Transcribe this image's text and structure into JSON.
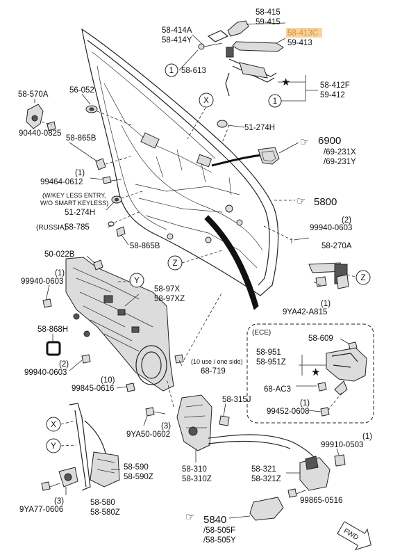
{
  "labels": {
    "p58_415": "58-415",
    "p59_415": "59-415",
    "p58_414A": "58-414A",
    "p58_414Y": "58-414Y",
    "p58_413C": "58-413C",
    "p59_413": "59-413",
    "p58_613": "58-613",
    "p58_412F": "58-412F",
    "p59_412": "59-412",
    "p58_570A": "58-570A",
    "p56_052": "56-052",
    "p90440_0825": "90440-0825",
    "p58_865B_a": "58-865B",
    "p51_274H_a": "51-274H",
    "p6900": "6900",
    "p69_231X": "/69-231X",
    "p69_231Y": "/69-231Y",
    "p99464_0612": "99464-0612",
    "qty_99464": "(1)",
    "note_keyless_1": "(W/KEY LESS ENTRY,",
    "note_keyless_2": "W/O SMART KEYLESS)",
    "p51_274H_b": "51-274H",
    "p5800": "5800",
    "note_russia": "(RUSSIA)",
    "p58_785": "58-785",
    "p99940_0603_a": "99940-0603",
    "qty_99940_a": "(2)",
    "p58_865B_b": "58-865B",
    "p58_270A": "58-270A",
    "p50_022B": "50-022B",
    "p99940_0603_b": "99940-0603",
    "qty_99940_b": "(1)",
    "p58_97X": "58-97X",
    "p58_97XZ": "58-97XZ",
    "p9YA42_A815": "9YA42-A815",
    "qty_9YA42_A815": "(1)",
    "p58_868H": "58-868H",
    "ece_title": "(ECE)",
    "p58_609": "58-609",
    "p58_951": "58-951",
    "p58_951Z": "58-951Z",
    "p99940_0603_c": "99940-0603",
    "qty_99940_c": "(2)",
    "note_10use_1": "(10 use / one side)",
    "p68_719": "68-719",
    "p99845_0616": "99845-0616",
    "qty_99845": "(10)",
    "p68_AC3": "68-AC3",
    "p99452_0608": "99452-0608",
    "qty_99452": "(1)",
    "p58_315J": "58-315J",
    "p9YA50_0602": "9YA50-0602",
    "qty_9YA50": "(3)",
    "p99910_0503": "99910-0503",
    "qty_99910": "(1)",
    "p58_590": "58-590",
    "p58_590Z": "58-590Z",
    "p58_310": "58-310",
    "p58_310Z": "58-310Z",
    "p58_321": "58-321",
    "p58_321Z": "58-321Z",
    "p9YA77_0606": "9YA77-0606",
    "qty_9YA77": "(3)",
    "p58_580": "58-580",
    "p58_580Z": "58-580Z",
    "p99865_0516": "99865-0516",
    "p5840": "5840",
    "p58_505F": "/58-505F",
    "p58_505Y": "/58-505Y",
    "fwd": "FWD",
    "callout_1": "1",
    "callout_X": "X",
    "callout_Y": "Y",
    "callout_Z": "Z"
  },
  "colors": {
    "highlight_bg": "#f3d3a0",
    "highlight_text": "#e0902a"
  }
}
